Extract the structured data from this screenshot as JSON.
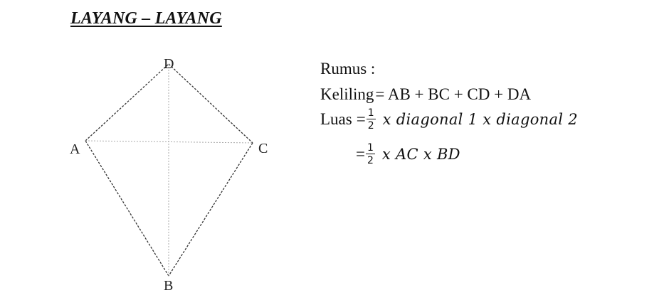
{
  "title": "LAYANG – LAYANG",
  "diagram": {
    "vertices": {
      "A": "A",
      "B": "B",
      "C": "C",
      "D": "D"
    }
  },
  "formulas": {
    "heading": "Rumus :",
    "keliling": {
      "label": "Keliling",
      "expression": "= AB + BC + CD + DA"
    },
    "luas": {
      "label": "Luas",
      "equals": "=",
      "frac_num": "1",
      "frac_den": "2",
      "expression": "x diagonal 1 x diagonal 2"
    },
    "luas_alt": {
      "equals": "=",
      "frac_num": "1",
      "frac_den": "2",
      "expression": "x AC x BD"
    }
  }
}
